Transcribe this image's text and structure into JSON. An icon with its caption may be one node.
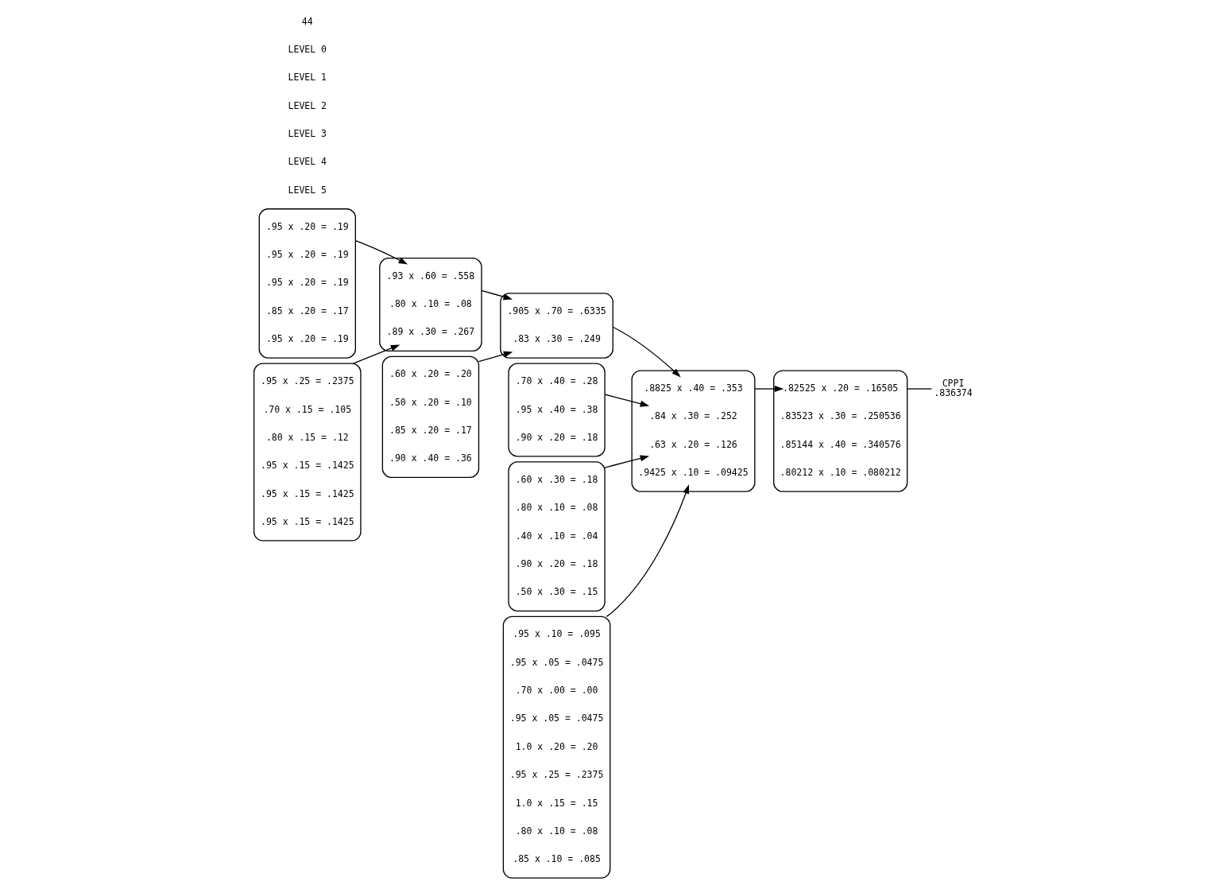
{
  "diagram": {
    "nodes": [
      {
        "text": [],
        "shape": "bracket"
      },
      {
        "text": [
          ".95 x .20 = .19"
        ],
        "in": 0
      },
      {
        "text": [
          ".95 x .20 = .19"
        ],
        "in": 0
      },
      {
        "text": [
          ".95 x .20 = .19"
        ],
        "in": 0
      },
      {
        "text": [
          ".85 x .20 = .17"
        ],
        "in": 0
      },
      {
        "text": [
          ".95 x .20 = .19"
        ],
        "in": 0
      },
      {
        "text": [],
        "shape": "bracket"
      },
      {
        "text": [
          ".95 x .25 = .2375"
        ],
        "in": 6
      },
      {
        "text": [
          ".70 x .15 = .105"
        ],
        "in": 6
      },
      {
        "text": [
          ".80 x .15 = .12"
        ],
        "in": 6
      },
      {
        "text": [
          ".95 x .15 = .1425"
        ],
        "in": 6
      },
      {
        "text": [
          ".95 x .15 = .1425"
        ],
        "in": 6
      },
      {
        "text": [
          ".95 x .15 = .1425"
        ],
        "in": 6
      },
      {
        "text": [],
        "shape": "bracket"
      },
      {
        "text": [
          ".93 x .60 = .558"
        ],
        "in": 13
      },
      {
        "text": [
          ".80 x .10 = .08"
        ],
        "in": 13
      },
      {
        "text": [
          ".89 x .30 = .267"
        ],
        "in": 13
      },
      {
        "text": [],
        "shape": "bracket"
      },
      {
        "text": [
          ".60 x .20 = .20"
        ],
        "in": 17
      },
      {
        "text": [
          ".50 x .20 = .10"
        ],
        "in": 17
      },
      {
        "text": [
          ".85 x .20 = .17"
        ],
        "in": 17
      },
      {
        "text": [
          ".90 x .40 = .36"
        ],
        "in": 17
      },
      {
        "text": [],
        "shape": "bracket"
      },
      {
        "text": [
          ".905 x .70 = .6335"
        ],
        "in": 22
      },
      {
        "text": [
          ".83 x .30 = .249"
        ],
        "in": 22
      },
      {
        "text": [],
        "shape": "bracket"
      },
      {
        "text": [
          ".70 x .40 = .28"
        ],
        "in": 25
      },
      {
        "text": [
          ".95 x .40 = .38"
        ],
        "in": 25
      },
      {
        "text": [
          ".90 x .20 = .18"
        ],
        "in": 25
      },
      {
        "text": [],
        "shape": "bracket"
      },
      {
        "text": [
          ".60 x .30 = .18"
        ],
        "in": 29
      },
      {
        "text": [
          ".80 x .10 = .08"
        ],
        "in": 29
      },
      {
        "text": [
          ".40 x .10 = .04"
        ],
        "in": 29
      },
      {
        "text": [
          ".90 x .20 = .18"
        ],
        "in": 29
      },
      {
        "text": [
          ".50 x .30 = .15"
        ],
        "in": 29
      },
      {
        "text": [],
        "shape": "bracket"
      },
      {
        "text": [
          ".95 x .10 = .095"
        ],
        "in": 35
      },
      {
        "text": [
          ".95 x .05 = .0475"
        ],
        "in": 35
      },
      {
        "text": [
          ".70 x .00 = .00"
        ],
        "in": 35
      },
      {
        "text": [
          ".95 x .05 = .0475"
        ],
        "in": 35
      },
      {
        "text": [
          "1.0 x .20 = .20"
        ],
        "in": 35
      },
      {
        "text": [
          ".95 x .25 = .2375"
        ],
        "in": 35
      },
      {
        "text": [
          "1.0 x .15 = .15"
        ],
        "in": 35
      },
      {
        "text": [
          ".80 x .10 = .08"
        ],
        "in": 35
      },
      {
        "text": [
          ".85 x .10 = .085"
        ],
        "in": 35
      },
      {
        "text": [],
        "shape": "bracket"
      },
      {
        "text": [
          ".8825 x .40 = .353"
        ],
        "in": 45
      },
      {
        "text": [
          ".84 x .30 = .252"
        ],
        "in": 45
      },
      {
        "text": [
          ".63 x .20 = .126"
        ],
        "in": 45
      },
      {
        "text": [
          ".9425 x .10 = .09425"
        ],
        "in": 45
      },
      {
        "text": [],
        "shape": "bracket"
      },
      {
        "text": [
          ".82525 x .20 = .16505"
        ],
        "in": 50
      },
      {
        "text": [
          ".83523 x .30 = .250536"
        ],
        "in": 50
      },
      {
        "text": [
          ".85144 x .40 = .340576"
        ],
        "in": 50
      },
      {
        "text": [
          ".80212 x .10 = .080212"
        ],
        "in": 50
      },
      {
        "text": [
          "CPPI",
          ".836374"
        ]
      }
    ],
    "edges": [
      {
        "from": 0,
        "to": 14,
        "arrow": "to"
      },
      {
        "from": 6,
        "to": 16,
        "arrow": "to"
      },
      {
        "from": 13,
        "to": 23,
        "arrow": "to"
      },
      {
        "from": 17,
        "to": 24,
        "arrow": "to"
      },
      {
        "from": 22,
        "to": 46,
        "arrow": "to"
      },
      {
        "from": 25,
        "to": 47,
        "arrow": "to"
      },
      {
        "from": 29,
        "to": 48,
        "arrow": "to"
      },
      {
        "from": 35,
        "to": 49,
        "arrow": "to"
      },
      {
        "from": 45,
        "to": 51,
        "arrow": "to"
      },
      {
        "from": 50,
        "to": 55,
        "arrow": "none"
      }
    ],
    "labels": [
      "LEVEL 5",
      "LEVEL 4",
      "LEVEL 3",
      "LEVEL 2",
      "LEVEL 1",
      "LEVEL 0",
      "44"
    ]
  }
}
